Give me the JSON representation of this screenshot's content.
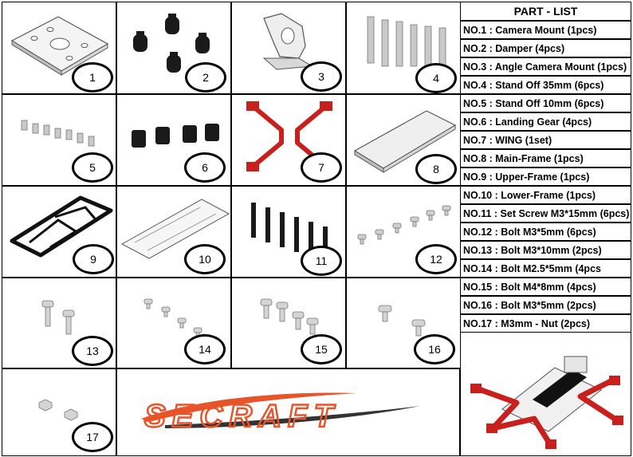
{
  "parts_grid": [
    {
      "number": "1"
    },
    {
      "number": "2"
    },
    {
      "number": "3"
    },
    {
      "number": "4"
    },
    {
      "number": "5"
    },
    {
      "number": "6"
    },
    {
      "number": "7"
    },
    {
      "number": "8"
    },
    {
      "number": "9"
    },
    {
      "number": "10"
    },
    {
      "number": "11"
    },
    {
      "number": "12"
    },
    {
      "number": "13"
    },
    {
      "number": "14"
    },
    {
      "number": "15"
    },
    {
      "number": "16"
    },
    {
      "number": "17"
    }
  ],
  "part_list": {
    "title": "PART - LIST",
    "items": [
      "NO.1 : Camera Mount (1pcs)",
      "NO.2 : Damper (4pcs)",
      "NO.3 : Angle Camera Mount  (1pcs)",
      "NO.4 : Stand Off 35mm (6pcs)",
      "NO.5 : Stand Off 10mm (6pcs)",
      "NO.6 : Landing Gear (4pcs)",
      "NO.7 : WING (1set)",
      "NO.8 : Main-Frame (1pcs)",
      "NO.9 : Upper-Frame (1pcs)",
      "NO.10 : Lower-Frame (1pcs)",
      "NO.11 : Set Screw M3*15mm (6pcs)",
      "NO.12 : Bolt M3*5mm (6pcs)",
      "NO.13 : Bolt M3*10mm (2pcs)",
      "NO.14 : Bolt M2.5*5mm (4pcs",
      "NO.15 : Bolt M4*8mm (4pcs)",
      "NO.16 : Bolt M3*5mm (2pcs)",
      "NO.17 : M3mm - Nut (2pcs)"
    ]
  },
  "logo": {
    "text": "SECRAFT",
    "colors": {
      "accent": "#e8542a",
      "dark": "#333333"
    }
  },
  "colors": {
    "frame_red": "#c8201c",
    "frame_black": "#111111",
    "part_gray": "#cfcfcf",
    "border": "#000000"
  }
}
